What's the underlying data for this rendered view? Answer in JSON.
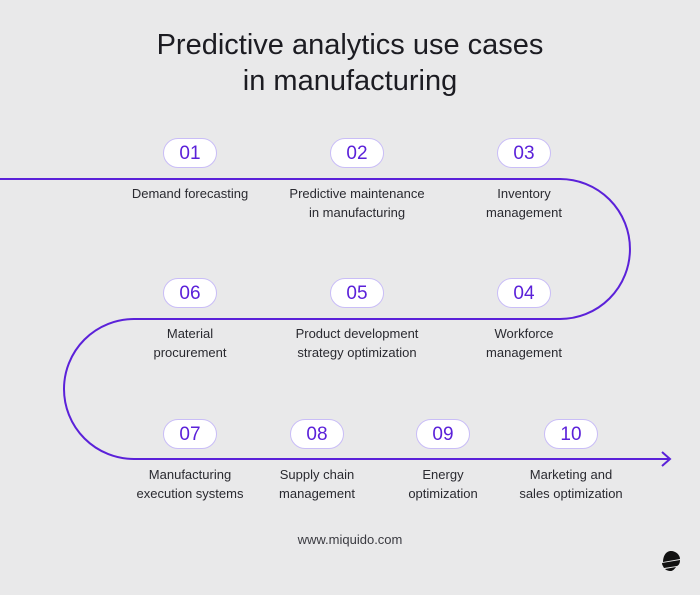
{
  "title": "Predictive analytics use cases\nin manufacturing",
  "title_line1": "Predictive analytics use cases",
  "title_line2": "in manufacturing",
  "colors": {
    "background": "#e9e9ea",
    "accent": "#5b21d9",
    "pill_border": "#c9bdf7"
  },
  "steps": [
    {
      "num": "01",
      "label": "Demand forecasting"
    },
    {
      "num": "02",
      "label": "Predictive maintenance\nin manufacturing"
    },
    {
      "num": "03",
      "label": "Inventory\nmanagement"
    },
    {
      "num": "04",
      "label": "Workforce\nmanagement"
    },
    {
      "num": "05",
      "label": "Product development\nstrategy optimization"
    },
    {
      "num": "06",
      "label": "Material\nprocurement"
    },
    {
      "num": "07",
      "label": "Manufacturing\nexecution systems"
    },
    {
      "num": "08",
      "label": "Supply chain\nmanagement"
    },
    {
      "num": "09",
      "label": "Energy\noptimization"
    },
    {
      "num": "10",
      "label": "Marketing and\nsales optimization"
    }
  ],
  "footer": {
    "url": "www.miquido.com",
    "logo_icon": "miquido-logo-icon"
  }
}
